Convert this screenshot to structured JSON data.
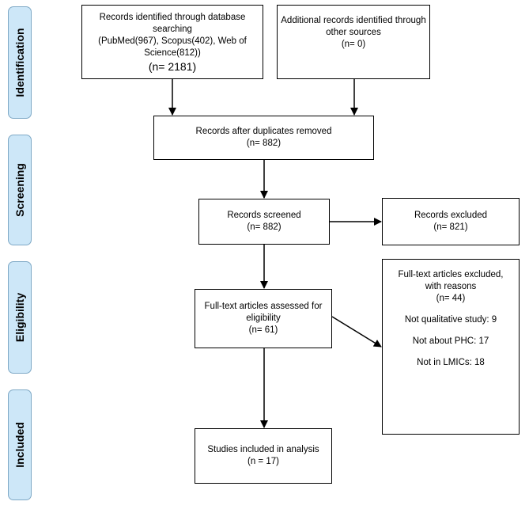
{
  "phases": {
    "identification": "Identification",
    "screening": "Screening",
    "eligibility": "Eligibility",
    "included": "Included"
  },
  "boxes": {
    "database_records": {
      "lines": [
        "Records identified through database",
        "searching",
        "(PubMed(967), Scopus(402), Web of",
        "Science(812))"
      ],
      "count": "(n= 2181)"
    },
    "other_sources": {
      "lines": [
        "Additional records identified through",
        "other sources",
        "(n= 0)"
      ]
    },
    "duplicates_removed": {
      "lines": [
        "Records after duplicates removed",
        "(n= 882)"
      ]
    },
    "screened": {
      "lines": [
        "Records screened",
        "(n= 882)"
      ]
    },
    "excluded": {
      "lines": [
        "Records excluded",
        "(n= 821)"
      ]
    },
    "fulltext_assessed": {
      "lines": [
        "Full-text articles assessed for",
        "eligibility",
        "(n= 61)"
      ]
    },
    "fulltext_excluded": {
      "lines": [
        "Full-text articles excluded,",
        "with reasons",
        "(n= 44)"
      ],
      "reasons": [
        "Not qualitative study: 9",
        "Not about PHC: 17",
        "Not in LMICs: 18"
      ]
    },
    "included_studies": {
      "lines": [
        "Studies included in analysis",
        "(n = 17)"
      ]
    }
  }
}
